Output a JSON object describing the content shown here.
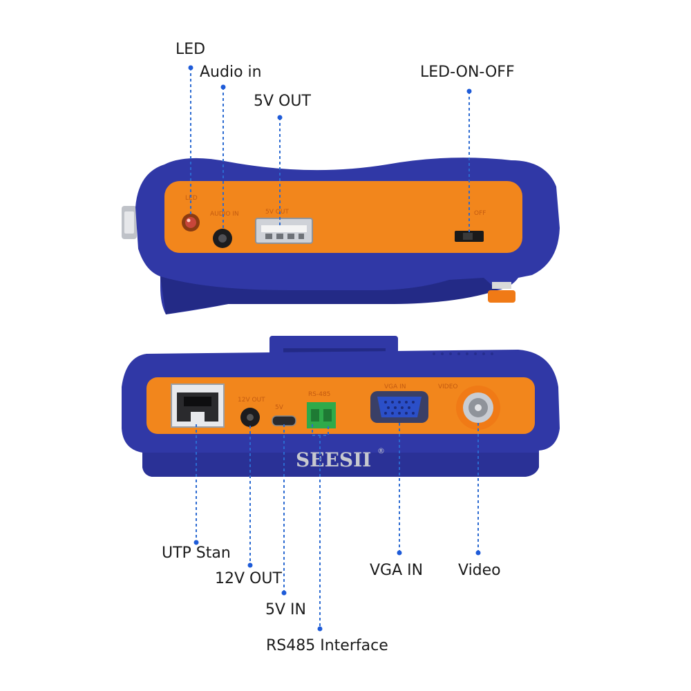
{
  "labels": {
    "led": "LED",
    "audio_in": "Audio in",
    "five_v_out": "5V OUT",
    "led_on_off": "LED-ON-OFF",
    "utp": "UTP Stan",
    "twelve_v_out": "12V OUT",
    "five_v_in": "5V IN",
    "rs485": "RS485 Interface",
    "vga_in": "VGA IN",
    "video": "Video"
  },
  "panel_text": {
    "led": "LED",
    "audio_in": "AUDIO IN",
    "five_v_out": "5V OUT",
    "off": "OFF",
    "twelve_v_out": "12V OUT",
    "five_v": "5V",
    "rs485": "RS-485",
    "vga_in": "VGA IN",
    "video": "VIDEO"
  },
  "brand": {
    "name": "SEESII",
    "reg": "®"
  },
  "colors": {
    "body_blue": "#3038a6",
    "body_blue_dark": "#232a86",
    "panel_orange": "#f2861c",
    "leader_blue": "#2b6ad1",
    "terminal_green": "#2eaa4a"
  }
}
